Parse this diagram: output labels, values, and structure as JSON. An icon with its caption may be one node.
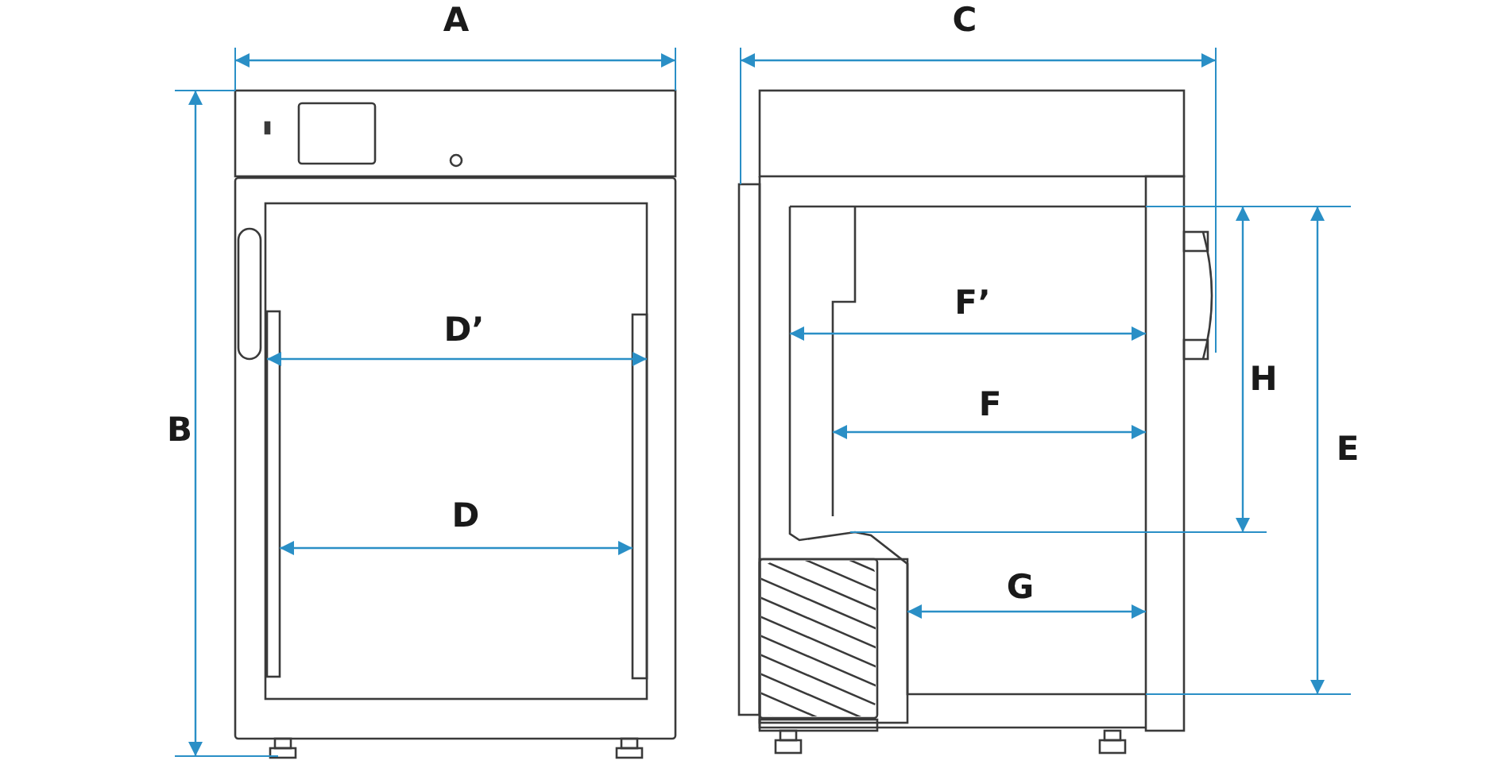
{
  "diagram": {
    "labels": [
      "A",
      "C",
      "F’",
      "D’",
      "H",
      "F",
      "B",
      "E",
      "D",
      "G"
    ]
  }
}
